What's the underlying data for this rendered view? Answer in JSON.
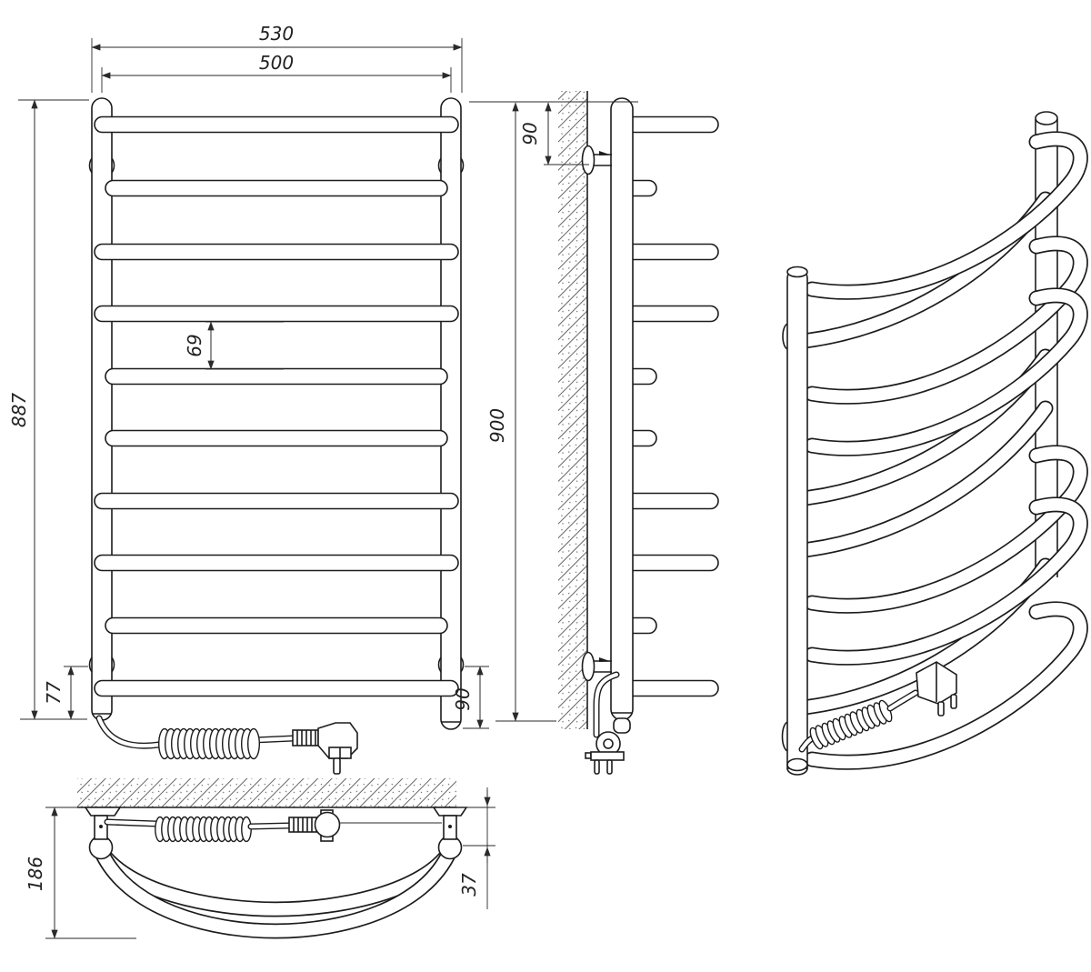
{
  "meta": {
    "background": "#ffffff",
    "line_color": "#1c1c1c",
    "views": [
      "front",
      "side",
      "perspective",
      "top"
    ]
  },
  "dims": {
    "front": {
      "outer_width": "530",
      "center_width": "500",
      "total_height": "887",
      "rung_gap": "69",
      "bracket_to_bottom_left": "77",
      "bracket_to_bottom_right": "90"
    },
    "side": {
      "top_to_bracket": "90",
      "mount_height": "900"
    },
    "top": {
      "depth": "186",
      "wall_to_tube": "37"
    }
  }
}
